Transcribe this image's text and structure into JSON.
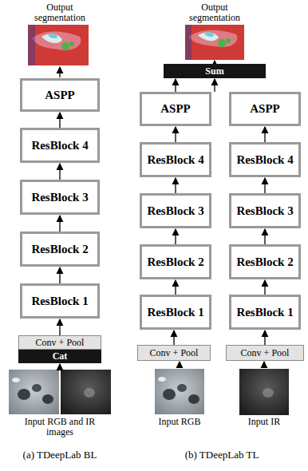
{
  "diagram": {
    "nodes": [
      {
        "text": [
          "ASPP"
        ]
      },
      {
        "text": [
          "ResBlock 4"
        ]
      },
      {
        "text": [
          "ResBlock 3"
        ]
      },
      {
        "text": [
          "ResBlock 2"
        ]
      },
      {
        "text": [
          "ResBlock 1"
        ]
      },
      {
        "text": [
          "Conv + Pool"
        ]
      },
      {
        "text": [
          "Cat"
        ]
      },
      {
        "text": [
          "Sum"
        ]
      },
      {
        "text": [
          "ASPP"
        ]
      },
      {
        "text": [
          "ASPP"
        ]
      },
      {
        "text": [
          "ResBlock 4"
        ]
      },
      {
        "text": [
          "ResBlock 4"
        ]
      },
      {
        "text": [
          "ResBlock 3"
        ]
      },
      {
        "text": [
          "ResBlock 3"
        ]
      },
      {
        "text": [
          "ResBlock 2"
        ]
      },
      {
        "text": [
          "ResBlock 2"
        ]
      },
      {
        "text": [
          "ResBlock 1"
        ]
      },
      {
        "text": [
          "ResBlock 1"
        ]
      },
      {
        "text": [
          "Conv + Pool"
        ]
      },
      {
        "text": [
          "Conv + Pool"
        ]
      }
    ],
    "edges": [
      {
        "from": 5,
        "to": 4,
        "arrow": "to"
      },
      {
        "from": 4,
        "to": 3,
        "arrow": "to"
      },
      {
        "from": 3,
        "to": 2,
        "arrow": "to"
      },
      {
        "from": 2,
        "to": 1,
        "arrow": "to"
      },
      {
        "from": 1,
        "to": 0,
        "arrow": "to"
      },
      {
        "from": 18,
        "to": 16,
        "arrow": "to"
      },
      {
        "from": 16,
        "to": 14,
        "arrow": "to"
      },
      {
        "from": 14,
        "to": 12,
        "arrow": "to"
      },
      {
        "from": 12,
        "to": 10,
        "arrow": "to"
      },
      {
        "from": 10,
        "to": 8,
        "arrow": "to"
      },
      {
        "from": 8,
        "to": 7,
        "arrow": "to"
      },
      {
        "from": 19,
        "to": 17,
        "arrow": "to"
      },
      {
        "from": 17,
        "to": 15,
        "arrow": "to"
      },
      {
        "from": 15,
        "to": 13,
        "arrow": "to"
      },
      {
        "from": 13,
        "to": 11,
        "arrow": "to"
      },
      {
        "from": 11,
        "to": 9,
        "arrow": "to"
      },
      {
        "from": 9,
        "to": 7,
        "arrow": "to"
      }
    ],
    "labels": [
      "Output segmentation",
      "Output segmentation",
      "Input RGB and IR images",
      "Input RGB",
      "Input IR",
      "(a) TDeepLab BL",
      "(b) TDeepLab TL"
    ]
  }
}
